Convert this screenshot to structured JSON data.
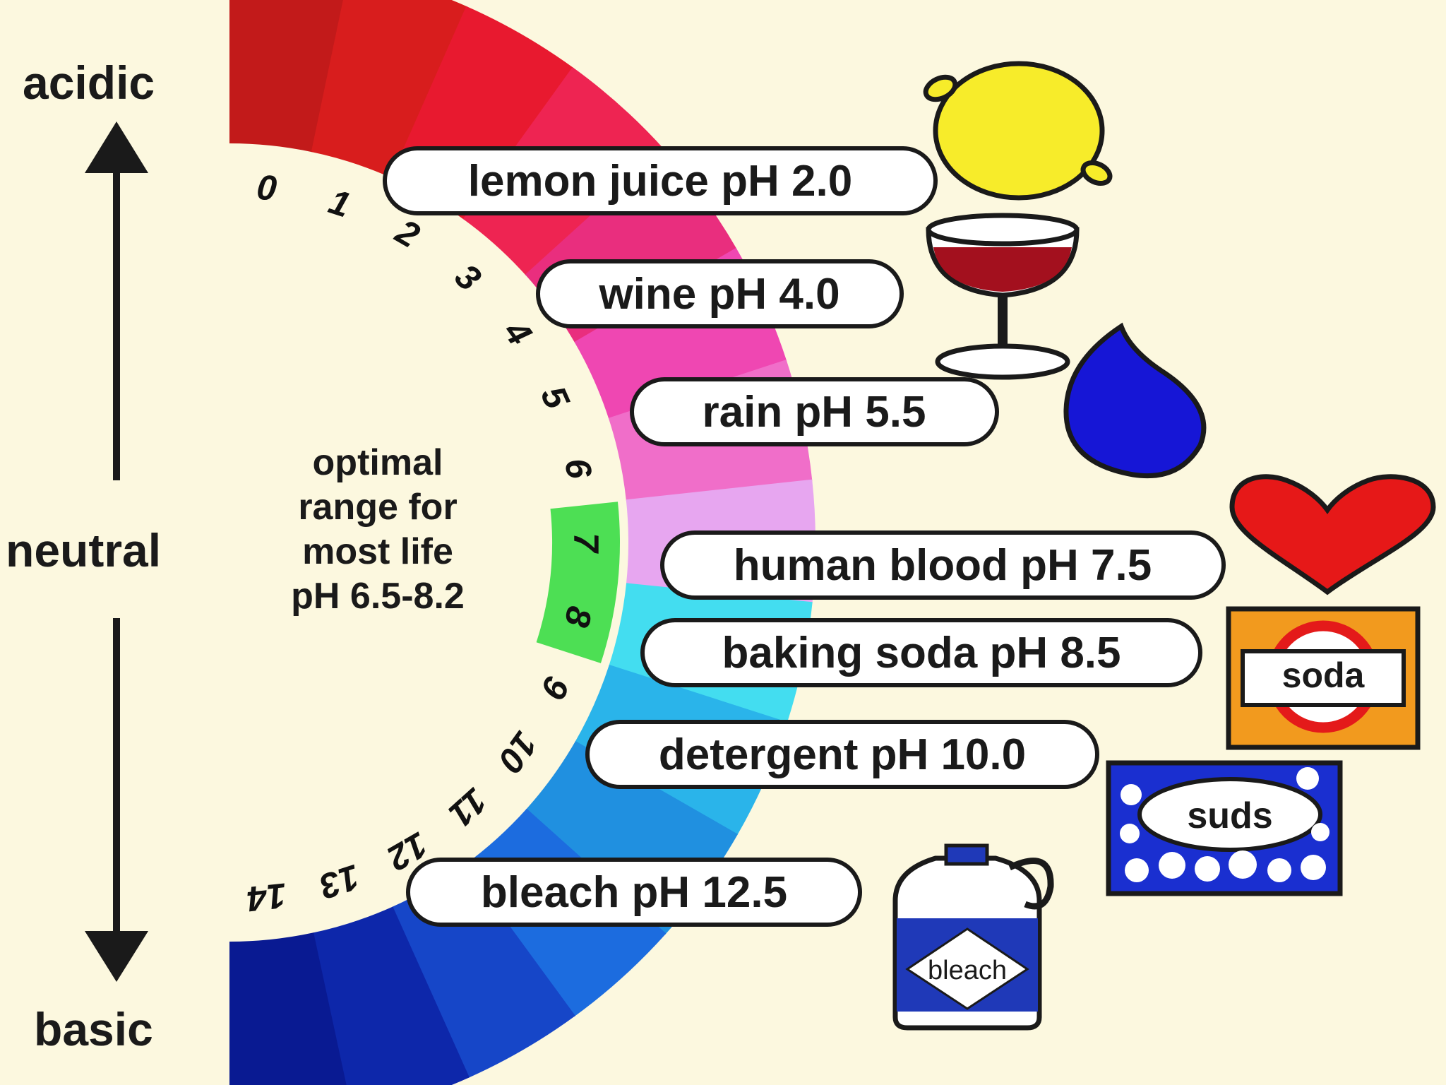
{
  "axis": {
    "top_label": "acidic",
    "middle_label": "neutral",
    "bottom_label": "basic"
  },
  "scale": {
    "min": 0,
    "max": 14,
    "numbers": [
      "0",
      "1",
      "2",
      "3",
      "4",
      "5",
      "6",
      "7",
      "8",
      "9",
      "10",
      "11",
      "12",
      "13",
      "14"
    ],
    "band_colors": [
      "#c21a1a",
      "#d81d1d",
      "#e8192f",
      "#ee2452",
      "#e92e7e",
      "#ef47b2",
      "#f06ec9",
      "#e7a6f0",
      "#43ddf0",
      "#2ab4ea",
      "#2090e0",
      "#1c6cdf",
      "#1646c8",
      "#0d27aa",
      "#091a92"
    ],
    "optimal_highlight": {
      "from": 7,
      "to": 8,
      "color": "#4ddf54"
    }
  },
  "optimal_note": {
    "lines": [
      "optimal",
      "range for",
      "most life",
      "pH 6.5-8.2"
    ]
  },
  "items": [
    {
      "label": "lemon juice pH 2.0",
      "ph": 2.0,
      "icon": "lemon-icon"
    },
    {
      "label": "wine pH 4.0",
      "ph": 4.0,
      "icon": "wine-glass-icon"
    },
    {
      "label": "rain pH 5.5",
      "ph": 5.5,
      "icon": "raindrop-icon"
    },
    {
      "label": "human blood pH 7.5",
      "ph": 7.5,
      "icon": "heart-icon"
    },
    {
      "label": "baking soda pH 8.5",
      "ph": 8.5,
      "icon": "soda-box-icon"
    },
    {
      "label": "detergent pH 10.0",
      "ph": 10.0,
      "icon": "suds-box-icon"
    },
    {
      "label": "bleach pH 12.5",
      "ph": 12.5,
      "icon": "bleach-jug-icon"
    }
  ],
  "icon_labels": {
    "soda": "soda",
    "suds": "suds",
    "bleach": "bleach"
  },
  "colors": {
    "background": "#fcf8df",
    "lemon": "#f7ec2a",
    "wine": "#a3101e",
    "rain": "#1616d6",
    "heart": "#e61818",
    "soda_box": "#f29a1e",
    "suds_box": "#1a2fd0",
    "bleach_jug": "#1f39b8"
  }
}
